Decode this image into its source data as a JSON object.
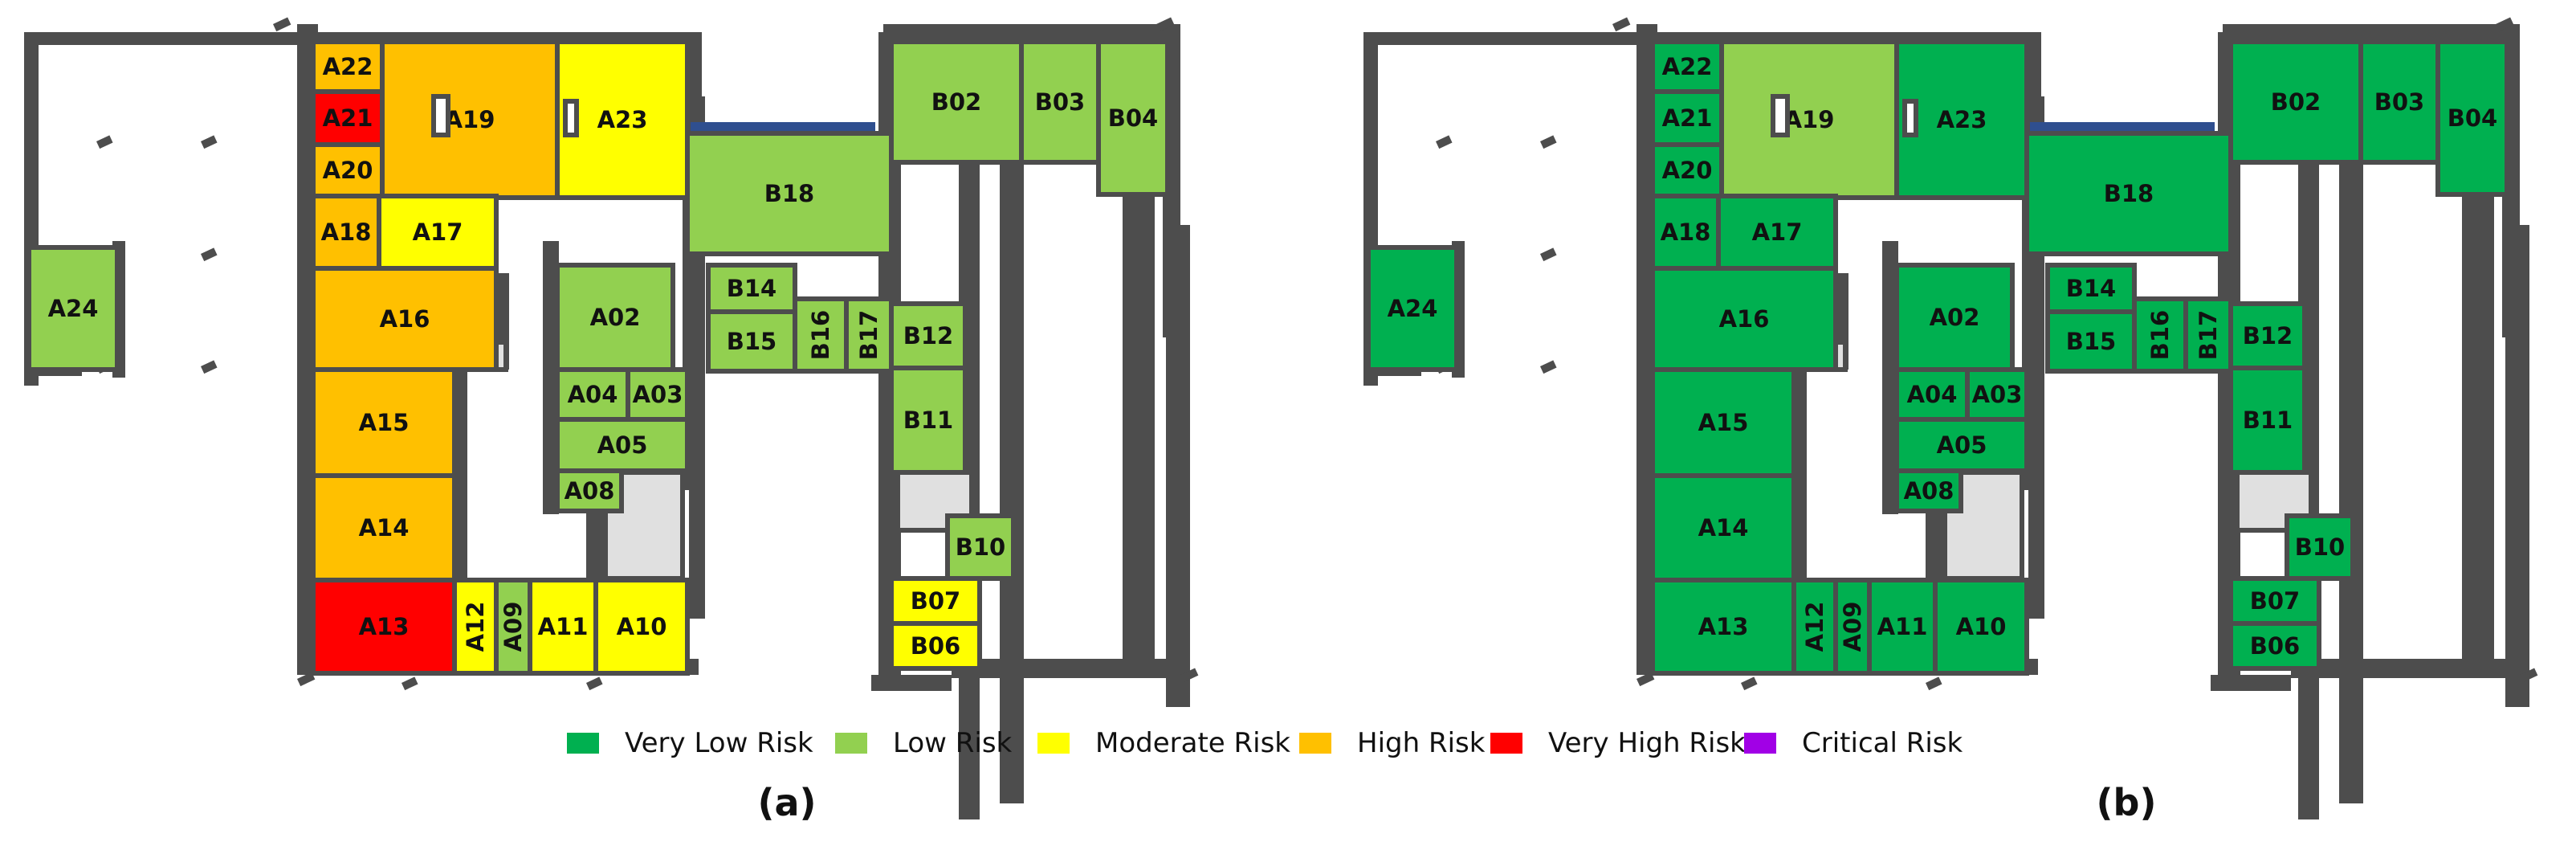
{
  "colors": {
    "very_low": "#00b050",
    "low": "#92d050",
    "moderate": "#ffff00",
    "high": "#ffc000",
    "very_high": "#ff0000",
    "critical": "#a100e6",
    "wall": "#4d4d4d",
    "void": "#e0e0e0",
    "window": "#2f4f8f"
  },
  "legend": [
    {
      "key": "very_low",
      "label": "Very Low Risk"
    },
    {
      "key": "low",
      "label": "Low Risk"
    },
    {
      "key": "moderate",
      "label": "Moderate Risk"
    },
    {
      "key": "high",
      "label": "High Risk"
    },
    {
      "key": "very_high",
      "label": "Very High Risk"
    },
    {
      "key": "critical",
      "label": "Critical Risk"
    }
  ],
  "panels": [
    {
      "label": "(a)",
      "risk": {
        "A22": "high",
        "A21": "very_high",
        "A20": "high",
        "A19": "high",
        "A23": "moderate",
        "A18": "high",
        "A17": "moderate",
        "A16": "high",
        "A15": "high",
        "A14": "high",
        "A13": "very_high",
        "A12": "moderate",
        "A09": "low",
        "A11": "moderate",
        "A10": "moderate",
        "A24": "low",
        "A02": "low",
        "A04": "low",
        "A03": "low",
        "A05": "low",
        "A08": "low",
        "B18": "low",
        "B02": "low",
        "B03": "low",
        "B04": "low",
        "B14": "low",
        "B15": "low",
        "B16": "low",
        "B17": "low",
        "B12": "low",
        "B11": "low",
        "B10": "low",
        "B07": "moderate",
        "B06": "moderate"
      }
    },
    {
      "label": "(b)",
      "risk": {
        "A22": "very_low",
        "A21": "very_low",
        "A20": "very_low",
        "A19": "low",
        "A23": "very_low",
        "A18": "very_low",
        "A17": "very_low",
        "A16": "very_low",
        "A15": "very_low",
        "A14": "very_low",
        "A13": "very_low",
        "A12": "very_low",
        "A09": "very_low",
        "A11": "very_low",
        "A10": "very_low",
        "A24": "very_low",
        "A02": "very_low",
        "A04": "very_low",
        "A03": "very_low",
        "A05": "very_low",
        "A08": "very_low",
        "B18": "very_low",
        "B02": "very_low",
        "B03": "very_low",
        "B04": "very_low",
        "B14": "very_low",
        "B15": "very_low",
        "B16": "very_low",
        "B17": "very_low",
        "B12": "very_low",
        "B11": "very_low",
        "B10": "very_low",
        "B07": "very_low",
        "B06": "very_low"
      }
    }
  ]
}
